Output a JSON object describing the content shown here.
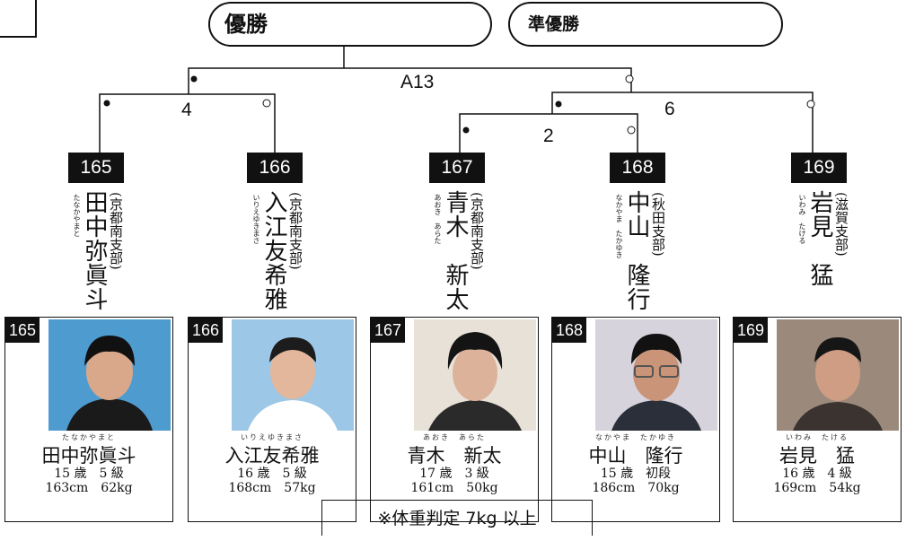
{
  "titles": {
    "winner": "優勝",
    "runner_up": "準優勝"
  },
  "matches": {
    "final": "A13",
    "m4": "4",
    "m6": "6",
    "m2": "2"
  },
  "players": [
    {
      "no": "165",
      "name": "田中弥眞斗",
      "ruby": "たなかやまと",
      "affiliation": "(京都南支部)",
      "age": "15 歳",
      "grade": "5 級",
      "height": "163cm",
      "weight": "62kg",
      "photo_bg": "#4e9ccf"
    },
    {
      "no": "166",
      "name": "入江友希雅",
      "ruby": "いりえゆきまさ",
      "affiliation": "(京都南支部)",
      "age": "16 歳",
      "grade": "5 級",
      "height": "168cm",
      "weight": "57kg",
      "photo_bg": "#9cc7e6"
    },
    {
      "no": "167",
      "name": "青木　新太",
      "ruby": "あおき　あらた",
      "affiliation": "(京都南支部)",
      "age": "17 歳",
      "grade": "3 級",
      "height": "161cm",
      "weight": "50kg",
      "photo_bg": "#e8e1d8"
    },
    {
      "no": "168",
      "name": "中山　隆行",
      "ruby": "なかやま　たかゆき",
      "affiliation": "(秋田支部)",
      "age": "15 歳",
      "grade": "初段",
      "height": "186cm",
      "weight": "70kg",
      "photo_bg": "#d6d3dc"
    },
    {
      "no": "169",
      "name": "岩見　猛",
      "ruby": "いわみ　たける",
      "affiliation": "(滋賀支部)",
      "age": "16 歳",
      "grade": "4 級",
      "height": "169cm",
      "weight": "54kg",
      "photo_bg": "#9b8a7c"
    }
  ],
  "note": "※体重判定 7kg 以上"
}
